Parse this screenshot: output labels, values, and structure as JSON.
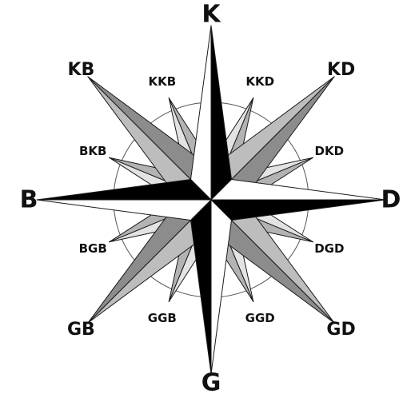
{
  "colors": {
    "background": "#ffffff",
    "cardinal_dark": "#000000",
    "cardinal_light": "#ffffff",
    "outline": "#1a1a1a",
    "intercardinal_dark": "#8c8c8c",
    "intercardinal_light": "#bdbdbd",
    "minor_dark": "#b3b3b3",
    "minor_light": "#e3e3e3",
    "circle": "#555555"
  },
  "compass": {
    "cardinals": [
      {
        "label": "K",
        "bearing": 0
      },
      {
        "label": "D",
        "bearing": 90
      },
      {
        "label": "G",
        "bearing": 180
      },
      {
        "label": "B",
        "bearing": 270
      }
    ],
    "intercardinals": [
      {
        "label": "KD",
        "bearing": 45
      },
      {
        "label": "GD",
        "bearing": 135
      },
      {
        "label": "GB",
        "bearing": 225
      },
      {
        "label": "KB",
        "bearing": 315
      }
    ],
    "minor": [
      {
        "label": "KKD",
        "bearing": 22.5
      },
      {
        "label": "DKD",
        "bearing": 67.5
      },
      {
        "label": "DGD",
        "bearing": 112.5
      },
      {
        "label": "GGD",
        "bearing": 157.5
      },
      {
        "label": "GGB",
        "bearing": 202.5
      },
      {
        "label": "BGB",
        "bearing": 247.5
      },
      {
        "label": "BKB",
        "bearing": 292.5
      },
      {
        "label": "KKB",
        "bearing": 337.5
      }
    ]
  }
}
